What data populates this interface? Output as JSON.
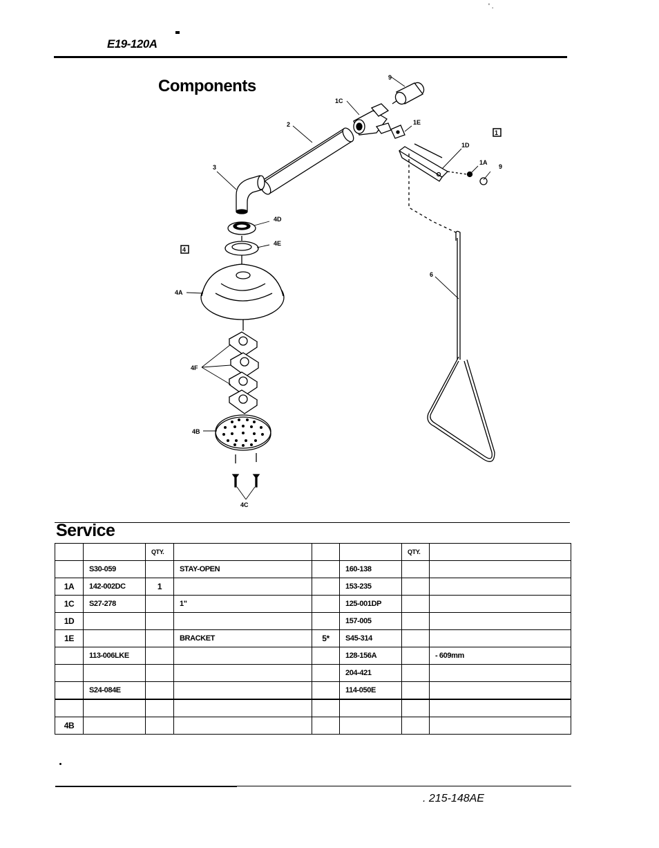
{
  "header": {
    "doc_id": "E19-120A",
    "corner_mark": "' ."
  },
  "section_title": "Components",
  "callouts": {
    "c9a": "9",
    "c1c": "1C",
    "c1e": "1E",
    "c2": "2",
    "c1d": "1D",
    "c1a": "1A",
    "c9b": "9",
    "c3": "3",
    "c4d": "4D",
    "c4e": "4E",
    "c4a": "4A",
    "c6": "6",
    "c4f": "4F",
    "c4b": "4B",
    "c4c": "4C",
    "box1": "1",
    "box4": "4"
  },
  "service": {
    "title": "Service",
    "headers": [
      "",
      "",
      "QTY.",
      "",
      "",
      "",
      "QTY.",
      ""
    ],
    "rows": [
      [
        "",
        "S30-059",
        "",
        "STAY-OPEN",
        "",
        "160-138",
        "",
        ""
      ],
      [
        "1A",
        "142-002DC",
        "1",
        "",
        "",
        "153-235",
        "",
        ""
      ],
      [
        "1C",
        "S27-278",
        "",
        "1\"",
        "",
        "125-001DP",
        "",
        ""
      ],
      [
        "1D",
        "",
        "",
        "",
        "",
        "157-005",
        "",
        ""
      ],
      [
        "1E",
        "",
        "",
        "BRACKET",
        "5*",
        "S45-314",
        "",
        ""
      ],
      [
        "",
        "113-006LKE",
        "",
        "",
        "",
        "128-156A",
        "",
        "- 609mm"
      ],
      [
        "",
        "",
        "",
        "",
        "",
        "204-421",
        "",
        ""
      ],
      [
        "",
        "S24-084E",
        "",
        "",
        "",
        "114-050E",
        "",
        ""
      ],
      [
        "",
        "",
        "",
        "",
        "",
        "",
        "",
        ""
      ],
      [
        "4B",
        "",
        "",
        "",
        "",
        "",
        "",
        ""
      ]
    ]
  },
  "footer": {
    "page_ref": ". 215-148AE"
  }
}
